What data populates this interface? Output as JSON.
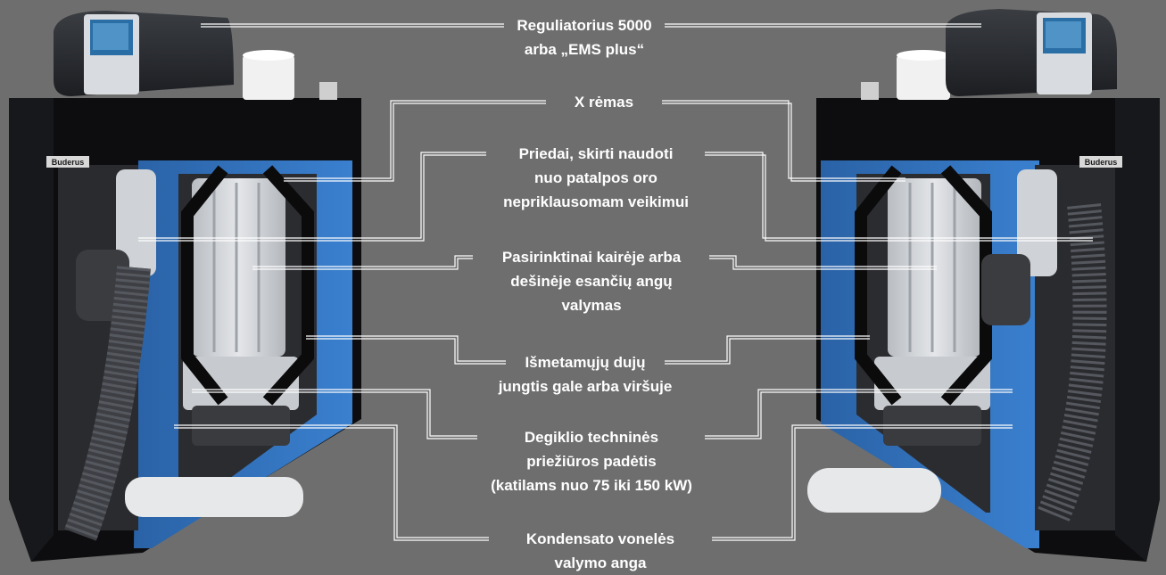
{
  "labels": [
    {
      "id": "regulator",
      "lines": [
        "Reguliatorius 5000",
        "arba „EMS plus“"
      ]
    },
    {
      "id": "frame",
      "lines": [
        "X rėmas"
      ]
    },
    {
      "id": "air-accessories",
      "lines": [
        "Priedai, skirti naudoti",
        "nuo patalpos oro",
        "nepriklausomam veikimui"
      ]
    },
    {
      "id": "cleaning-openings",
      "lines": [
        "Pasirinktinai kairėje arba",
        "dešinėje esančių angų",
        "valymas"
      ]
    },
    {
      "id": "flue-connection",
      "lines": [
        "Išmetamųjų dujų",
        "jungtis gale arba viršuje"
      ]
    },
    {
      "id": "burner-service",
      "lines": [
        "Degiklio techninės",
        "priežiūros padėtis",
        "(katilams nuo 75 iki 150 kW)"
      ]
    },
    {
      "id": "condensate-tray",
      "lines": [
        "Kondensato vonelės",
        "valymo anga"
      ]
    }
  ],
  "brand_badge": "Buderus",
  "colors": {
    "background": "#6e6e6e",
    "casing_blue": "#2f6fb8",
    "casing_black": "#0d0d0f",
    "leader": "#ffffff",
    "heat_exchanger": "#cfd2d6"
  }
}
